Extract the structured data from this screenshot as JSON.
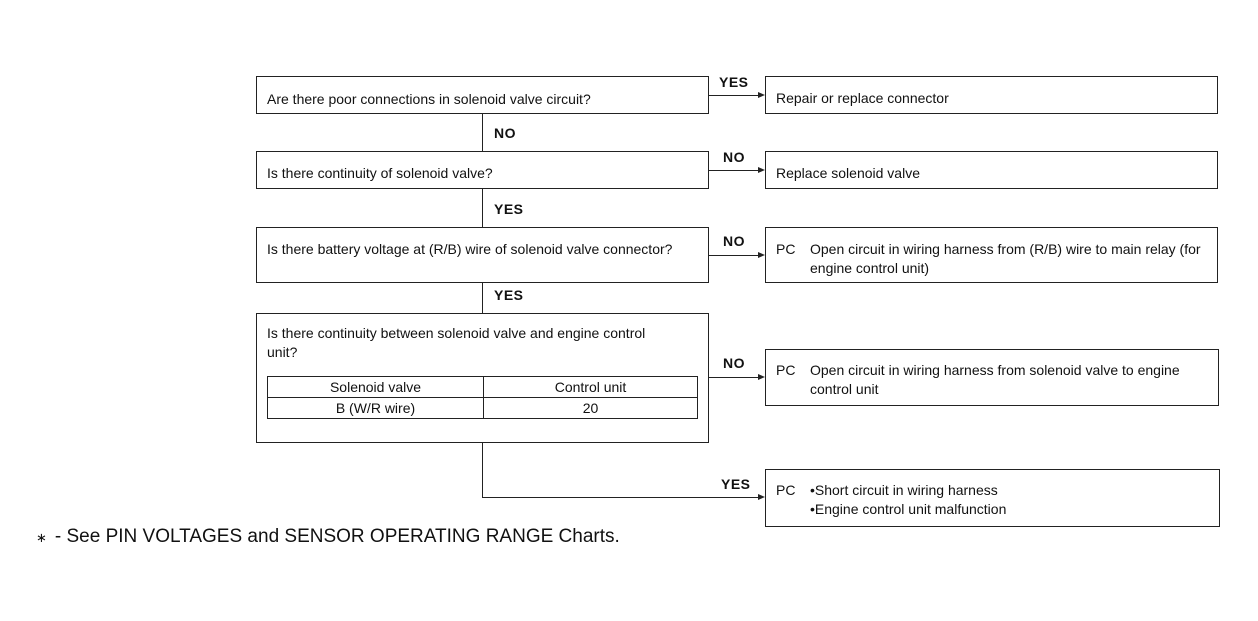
{
  "questions": [
    {
      "text": "Are there poor connections in solenoid valve circuit?"
    },
    {
      "text": "Is there continuity of solenoid valve?"
    },
    {
      "text": "Is there battery voltage at (R/B) wire of solenoid valve connector?"
    },
    {
      "text": "Is there continuity between solenoid valve and engine control unit?"
    }
  ],
  "pin_table": {
    "headers": [
      "Solenoid valve",
      "Control unit"
    ],
    "rows": [
      [
        "B (W/R wire)",
        "20"
      ]
    ]
  },
  "results": [
    {
      "prefix": "",
      "text": "Repair or replace connector"
    },
    {
      "prefix": "",
      "text": "Replace solenoid valve"
    },
    {
      "prefix": "PC",
      "text": "Open circuit in wiring harness from (R/B) wire to main relay (for engine control unit)"
    },
    {
      "prefix": "PC",
      "text": "Open circuit in wiring harness from solenoid valve to engine control unit"
    },
    {
      "prefix": "PC",
      "bullets": [
        "•Short circuit in wiring harness",
        "•Engine control unit malfunction"
      ]
    }
  ],
  "branch_labels": {
    "q1_right": "YES",
    "q1_down": "NO",
    "q2_right": "NO",
    "q2_down": "YES",
    "q3_right": "NO",
    "q3_down": "YES",
    "q4_right": "NO",
    "q4_down": "YES"
  },
  "footnote": {
    "star": "∗",
    "text": "- See PIN VOLTAGES and SENSOR OPERATING RANGE Charts."
  }
}
